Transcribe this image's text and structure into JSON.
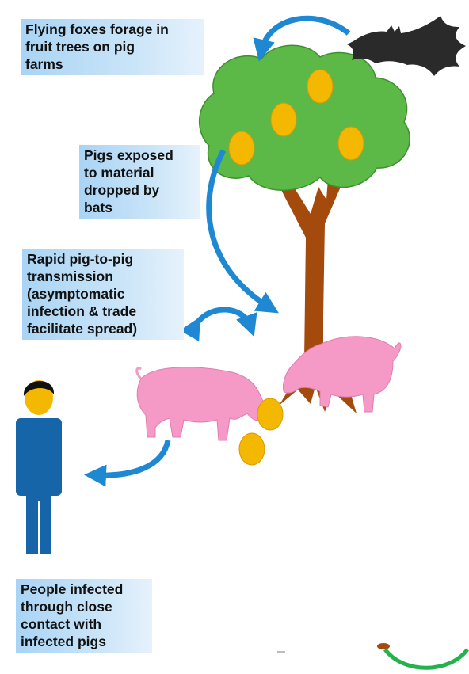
{
  "labels": {
    "foxes": [
      "Flying foxes forage in",
      "fruit trees on pig",
      "farms"
    ],
    "exposed": [
      "Pigs exposed",
      "to material",
      "dropped by",
      "bats"
    ],
    "transmission": [
      "Rapid pig-to-pig",
      "transmission",
      "(asymptomatic",
      "infection & trade",
      "facilitate spread)"
    ],
    "people": [
      "People infected",
      "through close",
      "contact with",
      "infected pigs"
    ]
  },
  "colors": {
    "arrow": "#1e88d2",
    "tree_canopy": "#5cb947",
    "tree_trunk": "#a34a0c",
    "fruit": "#f5b800",
    "pig": "#f59ac6",
    "person_body": "#1565a8",
    "person_face": "#f5b800",
    "bat": "#2a2a2a",
    "label_bg": "#a9d4f5",
    "green_arc": "#22b34c"
  },
  "icons": [
    "bat-icon",
    "fruit-tree-icon",
    "pig-icon",
    "person-icon",
    "fruit-icon",
    "arrow-icon"
  ]
}
